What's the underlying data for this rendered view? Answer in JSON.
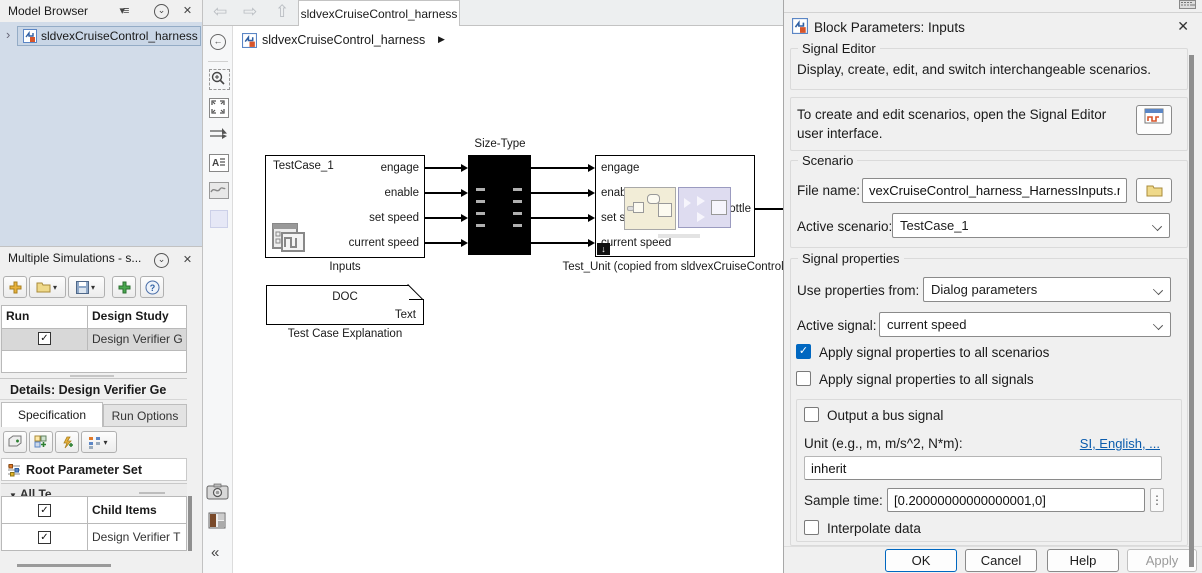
{
  "icons": {
    "close": "✕",
    "menu": "▾≡",
    "circle_down": "⌄",
    "collapse": "«",
    "kebab": "⋮",
    "back": "⇦",
    "forward": "⇨",
    "up": "⇧",
    "crumb_arrow": "▶",
    "expand": "›",
    "check": "✓",
    "dropdown": "▾",
    "left_arrow": "←",
    "down_arrow": "↓",
    "all_tri": "▼"
  },
  "colors": {
    "accent": "#0067c0",
    "link": "#0b5cad",
    "tree_bg": "#d2dce9",
    "selection_bg": "#c9d6e6"
  },
  "model_browser": {
    "title": "Model Browser",
    "item": "sldvexCruiseControl_harness"
  },
  "workspace": {
    "tab": "sldvexCruiseControl_harness",
    "breadcrumb": "sldvexCruiseControl_harness"
  },
  "multi_sim": {
    "title": "Multiple Simulations - s...",
    "run_col": "Run",
    "study_col": "Design Study",
    "row1": {
      "study": "Design Verifier G",
      "checked": true
    },
    "details_title": "Details: Design Verifier Ge",
    "tab_spec": "Specification",
    "tab_run": "Run Options",
    "root_set": "Root Parameter Set",
    "all_tests": "All Te",
    "row_child": {
      "label": "Child Items",
      "checked": true
    },
    "row_dv": {
      "label": "Design Verifier T",
      "checked": true
    }
  },
  "canvas": {
    "inputs": {
      "scenario": "TestCase_1",
      "label": "Inputs"
    },
    "ports": [
      "engage",
      "enable",
      "set speed",
      "current speed"
    ],
    "size_type": "Size-Type",
    "test_unit": {
      "out": "throttle",
      "label": "Test_Unit (copied from sldvexCruiseControl)"
    },
    "doc": {
      "title": "DOC",
      "corner": "Text",
      "label": "Test Case Explanation"
    }
  },
  "dialog": {
    "title": "Block Parameters: Inputs",
    "sec1": {
      "legend": "Signal Editor",
      "desc": "Display, create, edit, and switch interchangeable scenarios."
    },
    "sec2": {
      "text": "To create and edit scenarios, open the Signal Editor user interface."
    },
    "scenario": {
      "legend": "Scenario",
      "file_label": "File name:",
      "file_value": "vexCruiseControl_harness_HarnessInputs.mat",
      "active_label": "Active scenario:",
      "active_value": "TestCase_1"
    },
    "props": {
      "legend": "Signal properties",
      "from_label": "Use properties from:",
      "from_value": "Dialog parameters",
      "signal_label": "Active signal:",
      "signal_value": "current speed",
      "chk_scenarios": {
        "label": "Apply signal properties to all scenarios",
        "checked": true
      },
      "chk_signals": {
        "label": "Apply signal properties to all signals",
        "checked": false
      },
      "chk_bus": {
        "label": "Output a bus signal",
        "checked": false
      },
      "unit_label": "Unit (e.g., m, m/s^2, N*m):",
      "unit_link": "SI, English, ...",
      "unit_value": "inherit",
      "sample_label": "Sample time:",
      "sample_value": "[0.20000000000000001,0]",
      "chk_interp": {
        "label": "Interpolate data",
        "checked": false
      }
    },
    "buttons": {
      "ok": "OK",
      "cancel": "Cancel",
      "help": "Help",
      "apply": "Apply"
    }
  }
}
